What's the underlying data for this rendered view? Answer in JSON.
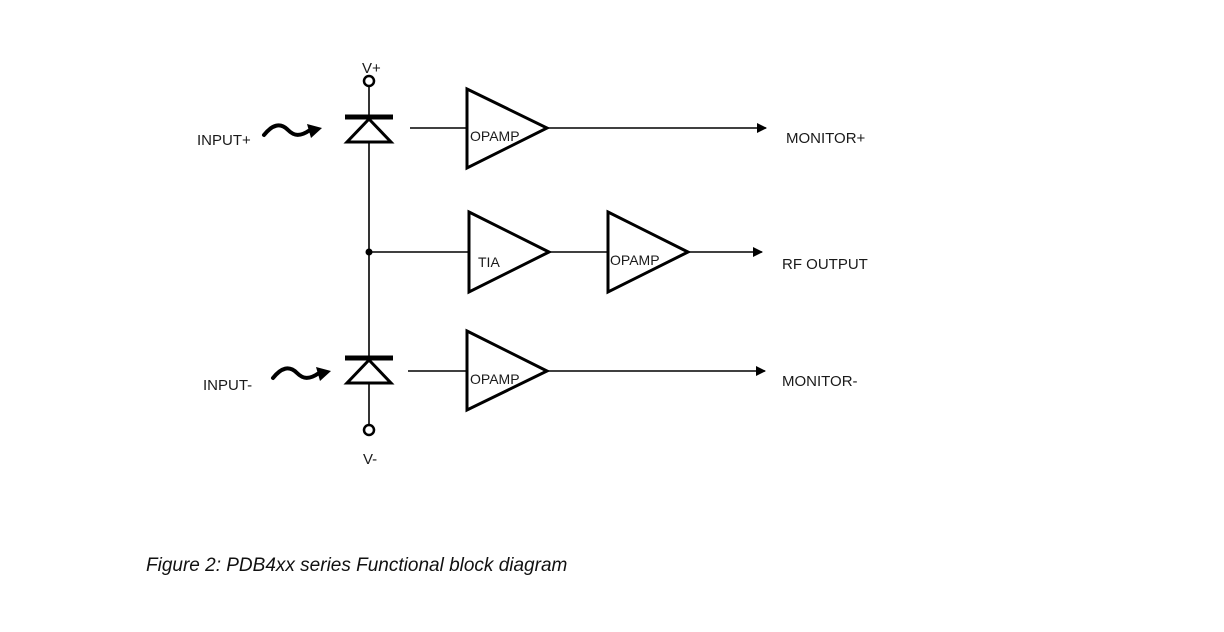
{
  "labels": {
    "v_plus": "V+",
    "v_minus": "V-",
    "input_plus": "INPUT+",
    "input_minus": "INPUT-",
    "monitor_plus": "MONITOR+",
    "monitor_minus": "MONITOR-",
    "rf_output": "RF OUTPUT"
  },
  "blocks": {
    "opamp_top": "OPAMP",
    "tia": "TIA",
    "opamp_mid": "OPAMP",
    "opamp_bottom": "OPAMP"
  },
  "caption": "Figure 2: PDB4xx series Functional block diagram",
  "colors": {
    "line": "#000000",
    "text": "#1a1a1a",
    "background": "#ffffff"
  }
}
